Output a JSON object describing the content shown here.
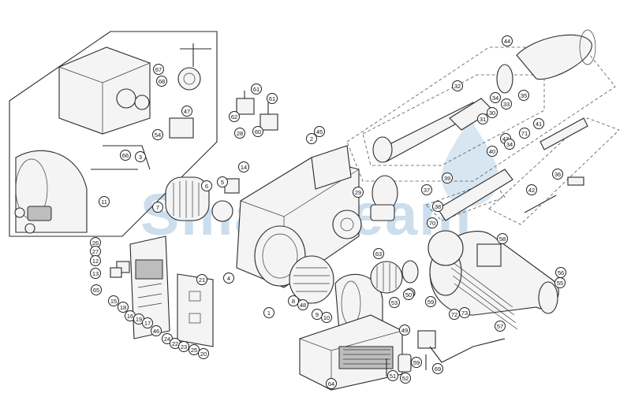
{
  "watermark": {
    "text": "Smartheam",
    "color": "#8fb8d8"
  },
  "callouts": [
    {
      "id": "44",
      "label": "44"
    },
    {
      "id": "32",
      "label": "32"
    },
    {
      "id": "34",
      "label": "34"
    },
    {
      "id": "33",
      "label": "33"
    },
    {
      "id": "35",
      "label": "35"
    },
    {
      "id": "30",
      "label": "30"
    },
    {
      "id": "31",
      "label": "31"
    },
    {
      "id": "43",
      "label": "43"
    },
    {
      "id": "71",
      "label": "71"
    },
    {
      "id": "41",
      "label": "41"
    },
    {
      "id": "40",
      "label": "40"
    },
    {
      "id": "34b",
      "label": "34"
    },
    {
      "id": "36",
      "label": "36"
    },
    {
      "id": "42",
      "label": "42"
    },
    {
      "id": "39",
      "label": "39"
    },
    {
      "id": "37",
      "label": "37"
    },
    {
      "id": "38",
      "label": "38"
    },
    {
      "id": "70",
      "label": "70"
    },
    {
      "id": "58",
      "label": "58"
    },
    {
      "id": "56",
      "label": "56"
    },
    {
      "id": "55",
      "label": "55"
    },
    {
      "id": "57",
      "label": "57"
    },
    {
      "id": "73",
      "label": "73"
    },
    {
      "id": "72",
      "label": "72"
    },
    {
      "id": "59a",
      "label": "59"
    },
    {
      "id": "59b",
      "label": "59"
    },
    {
      "id": "49",
      "label": "49"
    },
    {
      "id": "52",
      "label": "52"
    },
    {
      "id": "69",
      "label": "69"
    },
    {
      "id": "51",
      "label": "51"
    },
    {
      "id": "50",
      "label": "50"
    },
    {
      "id": "53",
      "label": "53"
    },
    {
      "id": "63",
      "label": "63"
    },
    {
      "id": "64",
      "label": "64"
    },
    {
      "id": "10",
      "label": "10"
    },
    {
      "id": "9",
      "label": "9"
    },
    {
      "id": "48",
      "label": "48"
    },
    {
      "id": "8",
      "label": "8"
    },
    {
      "id": "1",
      "label": "1"
    },
    {
      "id": "29",
      "label": "29"
    },
    {
      "id": "45",
      "label": "45"
    },
    {
      "id": "2",
      "label": "2"
    },
    {
      "id": "61a",
      "label": "61"
    },
    {
      "id": "61b",
      "label": "61"
    },
    {
      "id": "62",
      "label": "62"
    },
    {
      "id": "60",
      "label": "60"
    },
    {
      "id": "28",
      "label": "28"
    },
    {
      "id": "14",
      "label": "14"
    },
    {
      "id": "5",
      "label": "5"
    },
    {
      "id": "6",
      "label": "6"
    },
    {
      "id": "7",
      "label": "7"
    },
    {
      "id": "67",
      "label": "67"
    },
    {
      "id": "68",
      "label": "68"
    },
    {
      "id": "47",
      "label": "47"
    },
    {
      "id": "54",
      "label": "54"
    },
    {
      "id": "66",
      "label": "66"
    },
    {
      "id": "3",
      "label": "3"
    },
    {
      "id": "11",
      "label": "11"
    },
    {
      "id": "26",
      "label": "26"
    },
    {
      "id": "27",
      "label": "27"
    },
    {
      "id": "12",
      "label": "12"
    },
    {
      "id": "13",
      "label": "13"
    },
    {
      "id": "65",
      "label": "65"
    },
    {
      "id": "15",
      "label": "15"
    },
    {
      "id": "18",
      "label": "18"
    },
    {
      "id": "16",
      "label": "16"
    },
    {
      "id": "19",
      "label": "19"
    },
    {
      "id": "17",
      "label": "17"
    },
    {
      "id": "46",
      "label": "46"
    },
    {
      "id": "24",
      "label": "24"
    },
    {
      "id": "22",
      "label": "22"
    },
    {
      "id": "23",
      "label": "23"
    },
    {
      "id": "25",
      "label": "25"
    },
    {
      "id": "20",
      "label": "20"
    },
    {
      "id": "21",
      "label": "21"
    },
    {
      "id": "4",
      "label": "4"
    }
  ]
}
